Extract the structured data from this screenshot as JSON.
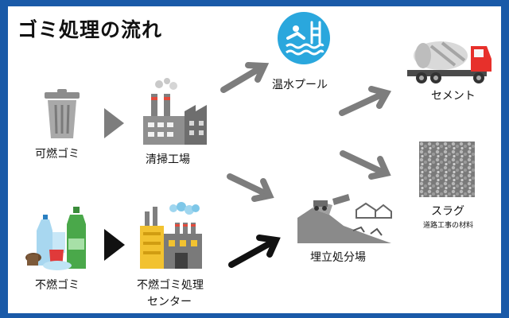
{
  "title": "ゴミ処理の流れ",
  "nodes": {
    "combustible": "可燃ゴミ",
    "incineration_plant": "清掃工場",
    "non_combustible": "不燃ゴミ",
    "nc_center_line1": "不燃ゴミ処理",
    "nc_center_line2": "センター",
    "heated_pool": "温水プール",
    "cement": "セメント",
    "slag": "スラグ",
    "slag_note": "道路工事の材料",
    "landfill": "埋立処分場"
  },
  "colors": {
    "frame": "#1a5aa8",
    "gray_arrow": "#7d7d7d",
    "black_arrow": "#111111",
    "pool_circle": "#2aa7dd",
    "truck_red": "#e7302b"
  }
}
